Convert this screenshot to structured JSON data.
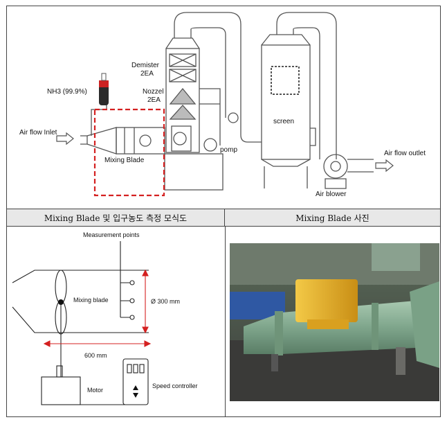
{
  "top_diagram": {
    "labels": {
      "demister": "Demister",
      "demister_qty": "2EA",
      "nozzel": "Nozzel",
      "nozzel_qty": "2EA",
      "nh3": "NH3 (99.9%)",
      "air_flow_inlet": "Air flow Inlet",
      "mixing_blade": "Mixing Blade",
      "pomp": "pomp",
      "screen": "screen",
      "air_flow_outlet": "Air flow outlet",
      "air_blower": "Air blower"
    }
  },
  "panels": {
    "left_header": "Mixing Blade 및 입구농도 측정 모식도",
    "right_header": "Mixing Blade 사진"
  },
  "schematic": {
    "measurement_points": "Measurement points",
    "mixing_blade": "Mixing blade",
    "diameter": "Ø 300 mm",
    "length": "600 mm",
    "motor": "Motor",
    "speed_controller": "Speed controller"
  },
  "colors": {
    "highlight_box": "#d42020",
    "equipment_line": "#555555",
    "duct_green": "#7fa68c",
    "motor_yellow": "#e8b52a"
  }
}
